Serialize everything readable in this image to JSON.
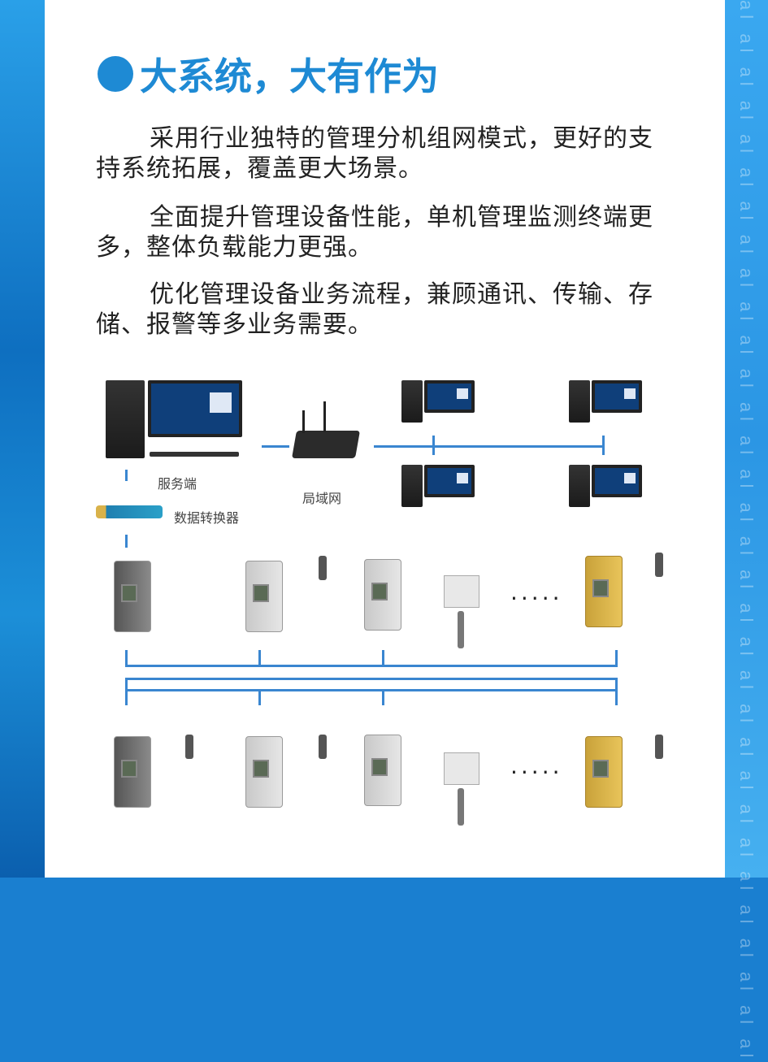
{
  "title": "大系统，大有作为",
  "paragraphs": [
    "采用行业独特的管理分机组网模式，更好的支持系统拓展，覆盖更大场景。",
    "全面提升管理设备性能，单机管理监测终端更多，整体负载能力更强。",
    "优化管理设备业务流程，兼顾通讯、传输、存储、报警等多业务需要。"
  ],
  "diagram": {
    "server_label": "服务端",
    "converter_label": "数据转换器",
    "lan_label": "局域网",
    "ellipsis": "·····"
  },
  "watermark": "al al al al al al al al al al al al al al al al al al al al al al al al al al al al al al al al",
  "colors": {
    "accent": "#1e8ad4",
    "connector": "#3a86d0"
  }
}
